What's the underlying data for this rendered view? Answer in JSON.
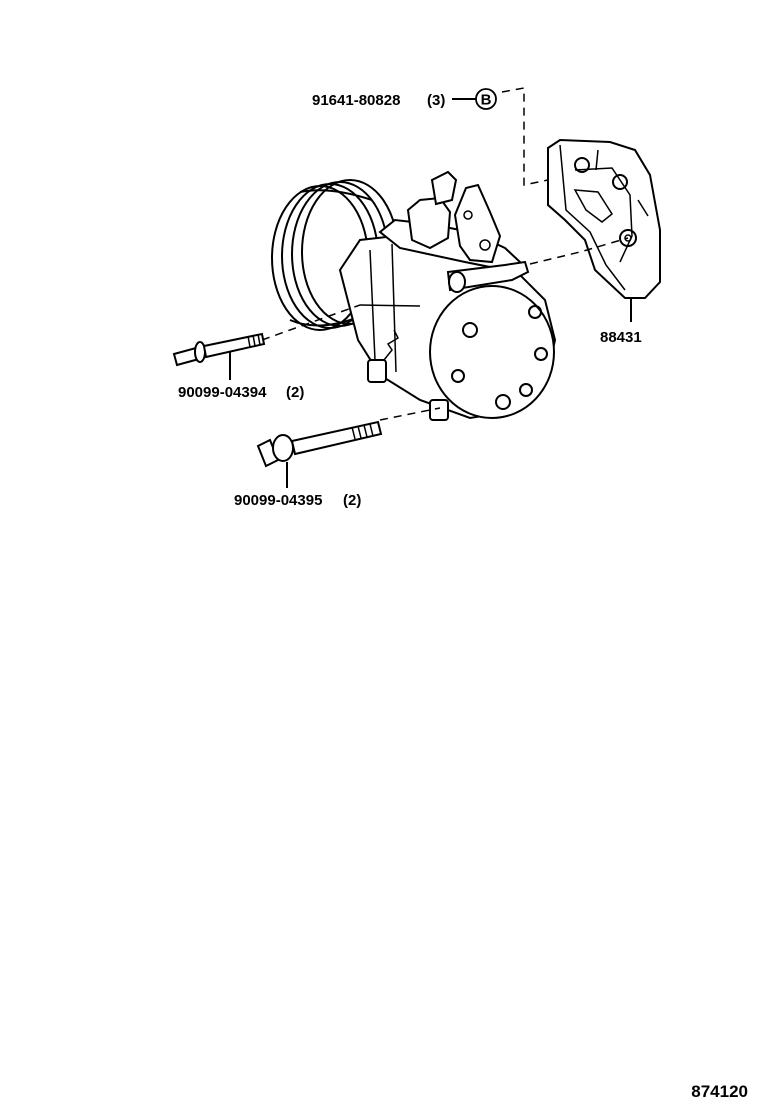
{
  "callouts": {
    "bolt_b": {
      "part_no": "91641-80828",
      "qty": "(3)",
      "ref_mark": "B"
    },
    "bracket": {
      "part_no": "88431"
    },
    "bolt_short": {
      "part_no": "90099-04394",
      "qty": "(2)"
    },
    "bolt_long": {
      "part_no": "90099-04395",
      "qty": "(2)"
    }
  },
  "diagram_number": "874120"
}
